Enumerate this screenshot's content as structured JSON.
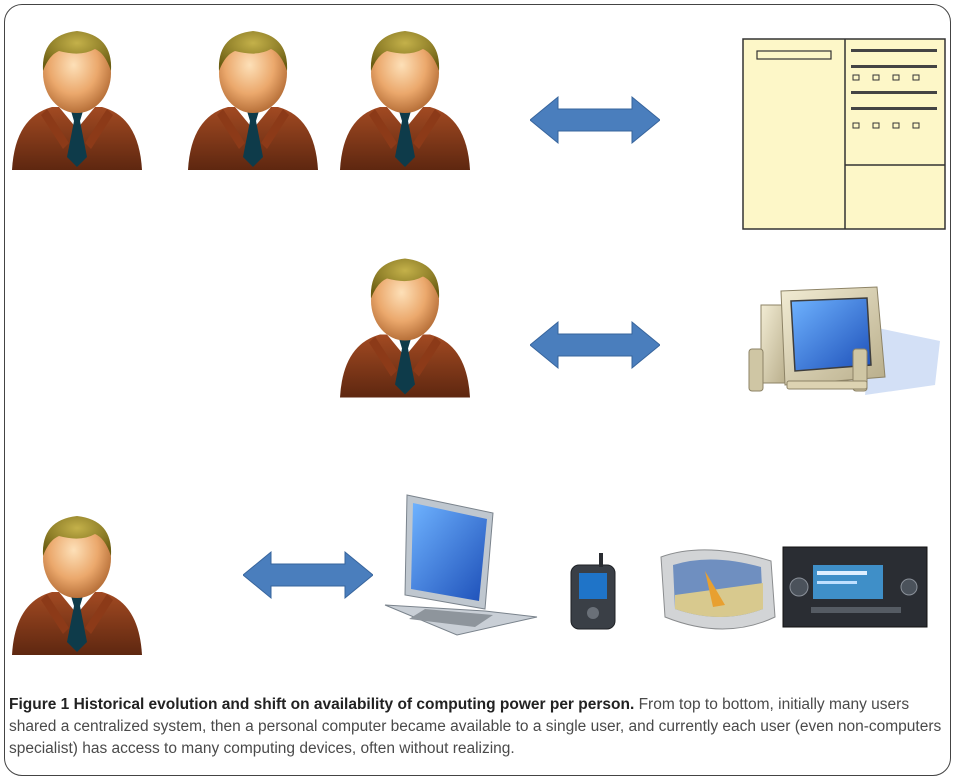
{
  "figure": {
    "label": "Figure 1",
    "title": "Historical evolution and shift on availability of computing power per person.",
    "body": "From top to bottom, initially many users shared a centralized system, then a personal computer became available to a single user, and currently each user (even non-computers specialist) has access to many computing devices, often without realizing."
  },
  "colors": {
    "arrow": "#4a7ebd",
    "suit": "#7a3418",
    "skin": "#e9a870",
    "hair": "#8a7a1e",
    "tie": "#0e3b4a",
    "mainframe_fill": "#fdf7c8"
  },
  "icons": [
    "person-icon",
    "double-arrow-icon",
    "mainframe-icon",
    "desktop-computer-icon",
    "laptop-icon",
    "pda-icon",
    "gps-navigator-icon",
    "car-stereo-icon"
  ]
}
